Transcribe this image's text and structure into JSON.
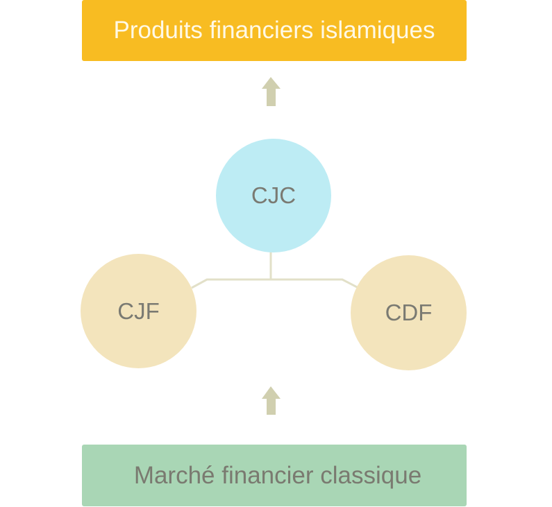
{
  "diagram": {
    "top_box": {
      "label": "Produits financiers islamiques",
      "color": "#F8BC22"
    },
    "bottom_box": {
      "label": "Marché financier classique",
      "color": "#A9D6B5"
    },
    "nodes": [
      {
        "id": "cjc",
        "label": "CJC",
        "color": "#BDECF4"
      },
      {
        "id": "cjf",
        "label": "CJF",
        "color": "#F3E4BC"
      },
      {
        "id": "cdf",
        "label": "CDF",
        "color": "#F3E4BC"
      }
    ],
    "edges": [
      {
        "from": "cjc",
        "to": "cjf"
      },
      {
        "from": "cjc",
        "to": "cdf"
      }
    ],
    "arrows": [
      {
        "from": "nodes",
        "to": "top_box",
        "icon": "up-arrow-icon",
        "color": "#D0CFAF"
      },
      {
        "from": "bottom_box",
        "to": "nodes",
        "icon": "up-arrow-icon",
        "color": "#D0CFAF"
      }
    ],
    "connector_color": "#E2E0C8"
  }
}
